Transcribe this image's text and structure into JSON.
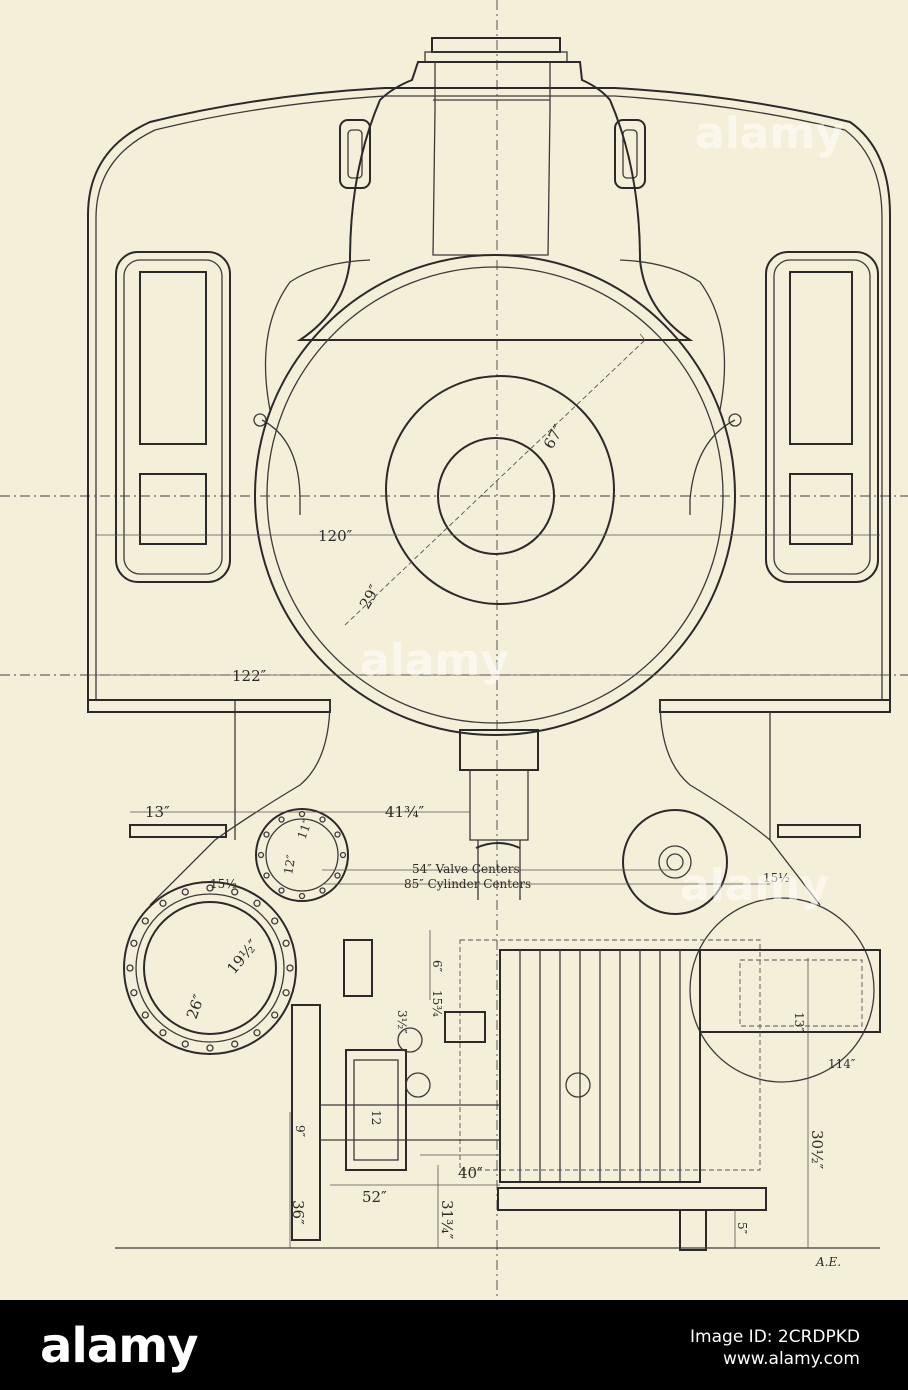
{
  "drawing": {
    "dimensions": {
      "d67": "67″",
      "d120": "120″",
      "d29": "29″",
      "d122": "122″",
      "d13a": "13″",
      "d41": "41¾″",
      "valve": "54″ Valve Centers",
      "cylinder": "85″ Cylinder Centers",
      "d15l": "15½",
      "d15r": "15½",
      "d11": "11″",
      "d12": "12″",
      "d19": "19½″",
      "d26": "26″",
      "d6": "6″",
      "d15b": "15¾",
      "d3": "3½″",
      "d13b": "13″",
      "d114": "114″",
      "d30": "30½″",
      "d12b": "12",
      "d9": "9″",
      "d40": "40″",
      "d52": "52″",
      "d36": "36″",
      "d31": "31¾″",
      "d5": "5″"
    },
    "signature": "A.E."
  },
  "watermark": "alamy",
  "footer": {
    "logo": "alamy",
    "image_id": "Image ID: 2CRDPKD",
    "site": "www.alamy.com"
  }
}
